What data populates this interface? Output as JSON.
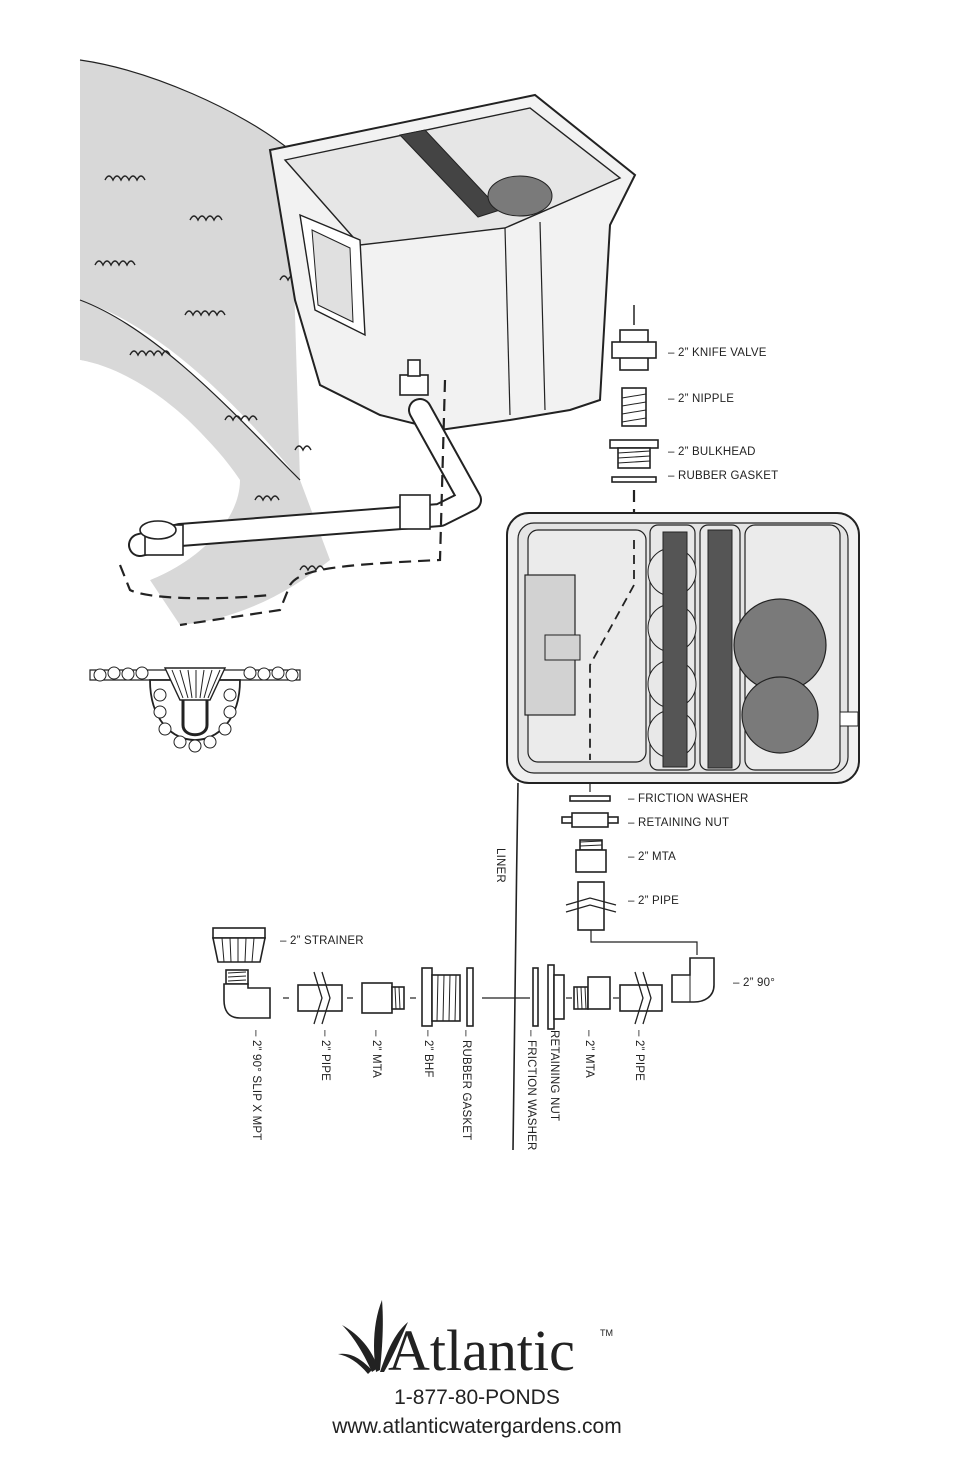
{
  "upper_labels": {
    "knife_valve": "– 2” KNIFE VALVE",
    "nipple": "– 2” NIPPLE",
    "bulkhead": "– 2” BULKHEAD",
    "rubber_gasket": "– RUBBER GASKET"
  },
  "middle_labels": {
    "friction_washer": "– FRICTION WASHER",
    "retaining_nut": "– RETAINING NUT",
    "mta": "– 2” MTA",
    "pipe": "– 2” PIPE",
    "liner": "LINER"
  },
  "strainer_label": "– 2” STRAINER",
  "elbow_label": "– 2” 90°",
  "bottom_labels": {
    "slip_mpt": "– 2” 90° SLIP X MPT",
    "pipe": "– 2” PIPE",
    "mta": "– 2” MTA",
    "bhf": "– 2” BHF",
    "rubber_gasket": "– RUBBER GASKET",
    "friction_washer": "– FRICTION WASHER",
    "retaining_nut": "RETAINING NUT",
    "mta_2": "– 2” MTA",
    "pipe_2": "– 2” PIPE"
  },
  "brand": {
    "name": "Atlantic",
    "tm": "TM",
    "phone": "1-877-80-PONDS",
    "website": "www.atlanticwatergardens.com"
  },
  "colors": {
    "ink": "#222222",
    "pond_fill": "#d8d8d8",
    "filter_dark": "#555555",
    "media_disc": "#7a7a7a"
  }
}
